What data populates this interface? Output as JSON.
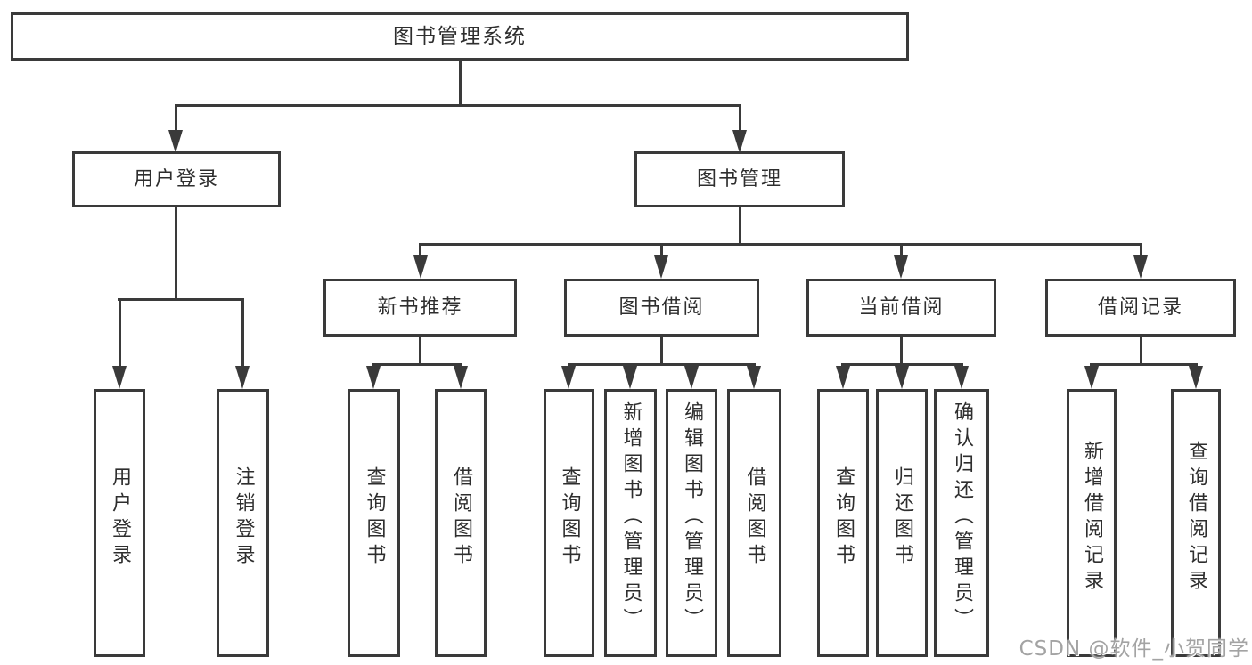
{
  "tree": {
    "root": {
      "label": "图书管理系统",
      "children": [
        {
          "label": "用户登录",
          "children": [
            {
              "label": "用户登录"
            },
            {
              "label": "注销登录"
            }
          ]
        },
        {
          "label": "图书管理",
          "children": [
            {
              "label": "新书推荐",
              "children": [
                {
                  "label": "查询图书"
                },
                {
                  "label": "借阅图书"
                }
              ]
            },
            {
              "label": "图书借阅",
              "children": [
                {
                  "label": "查询图书"
                },
                {
                  "label": "新增图书（管理员）"
                },
                {
                  "label": "编辑图书（管理员）"
                },
                {
                  "label": "借阅图书"
                }
              ]
            },
            {
              "label": "当前借阅",
              "children": [
                {
                  "label": "查询图书"
                },
                {
                  "label": "归还图书"
                },
                {
                  "label": "确认归还（管理员）"
                }
              ]
            },
            {
              "label": "借阅记录",
              "children": [
                {
                  "label": "新增借阅记录"
                },
                {
                  "label": "查询借阅记录"
                }
              ]
            }
          ]
        }
      ]
    }
  },
  "watermark": {
    "text": "CSDN @软件_小贺同学"
  },
  "colors": {
    "line": "#3a3a3a",
    "text": "#2e2e2e",
    "canvas": "#ffffff",
    "watermark": "#a3a3a3"
  }
}
